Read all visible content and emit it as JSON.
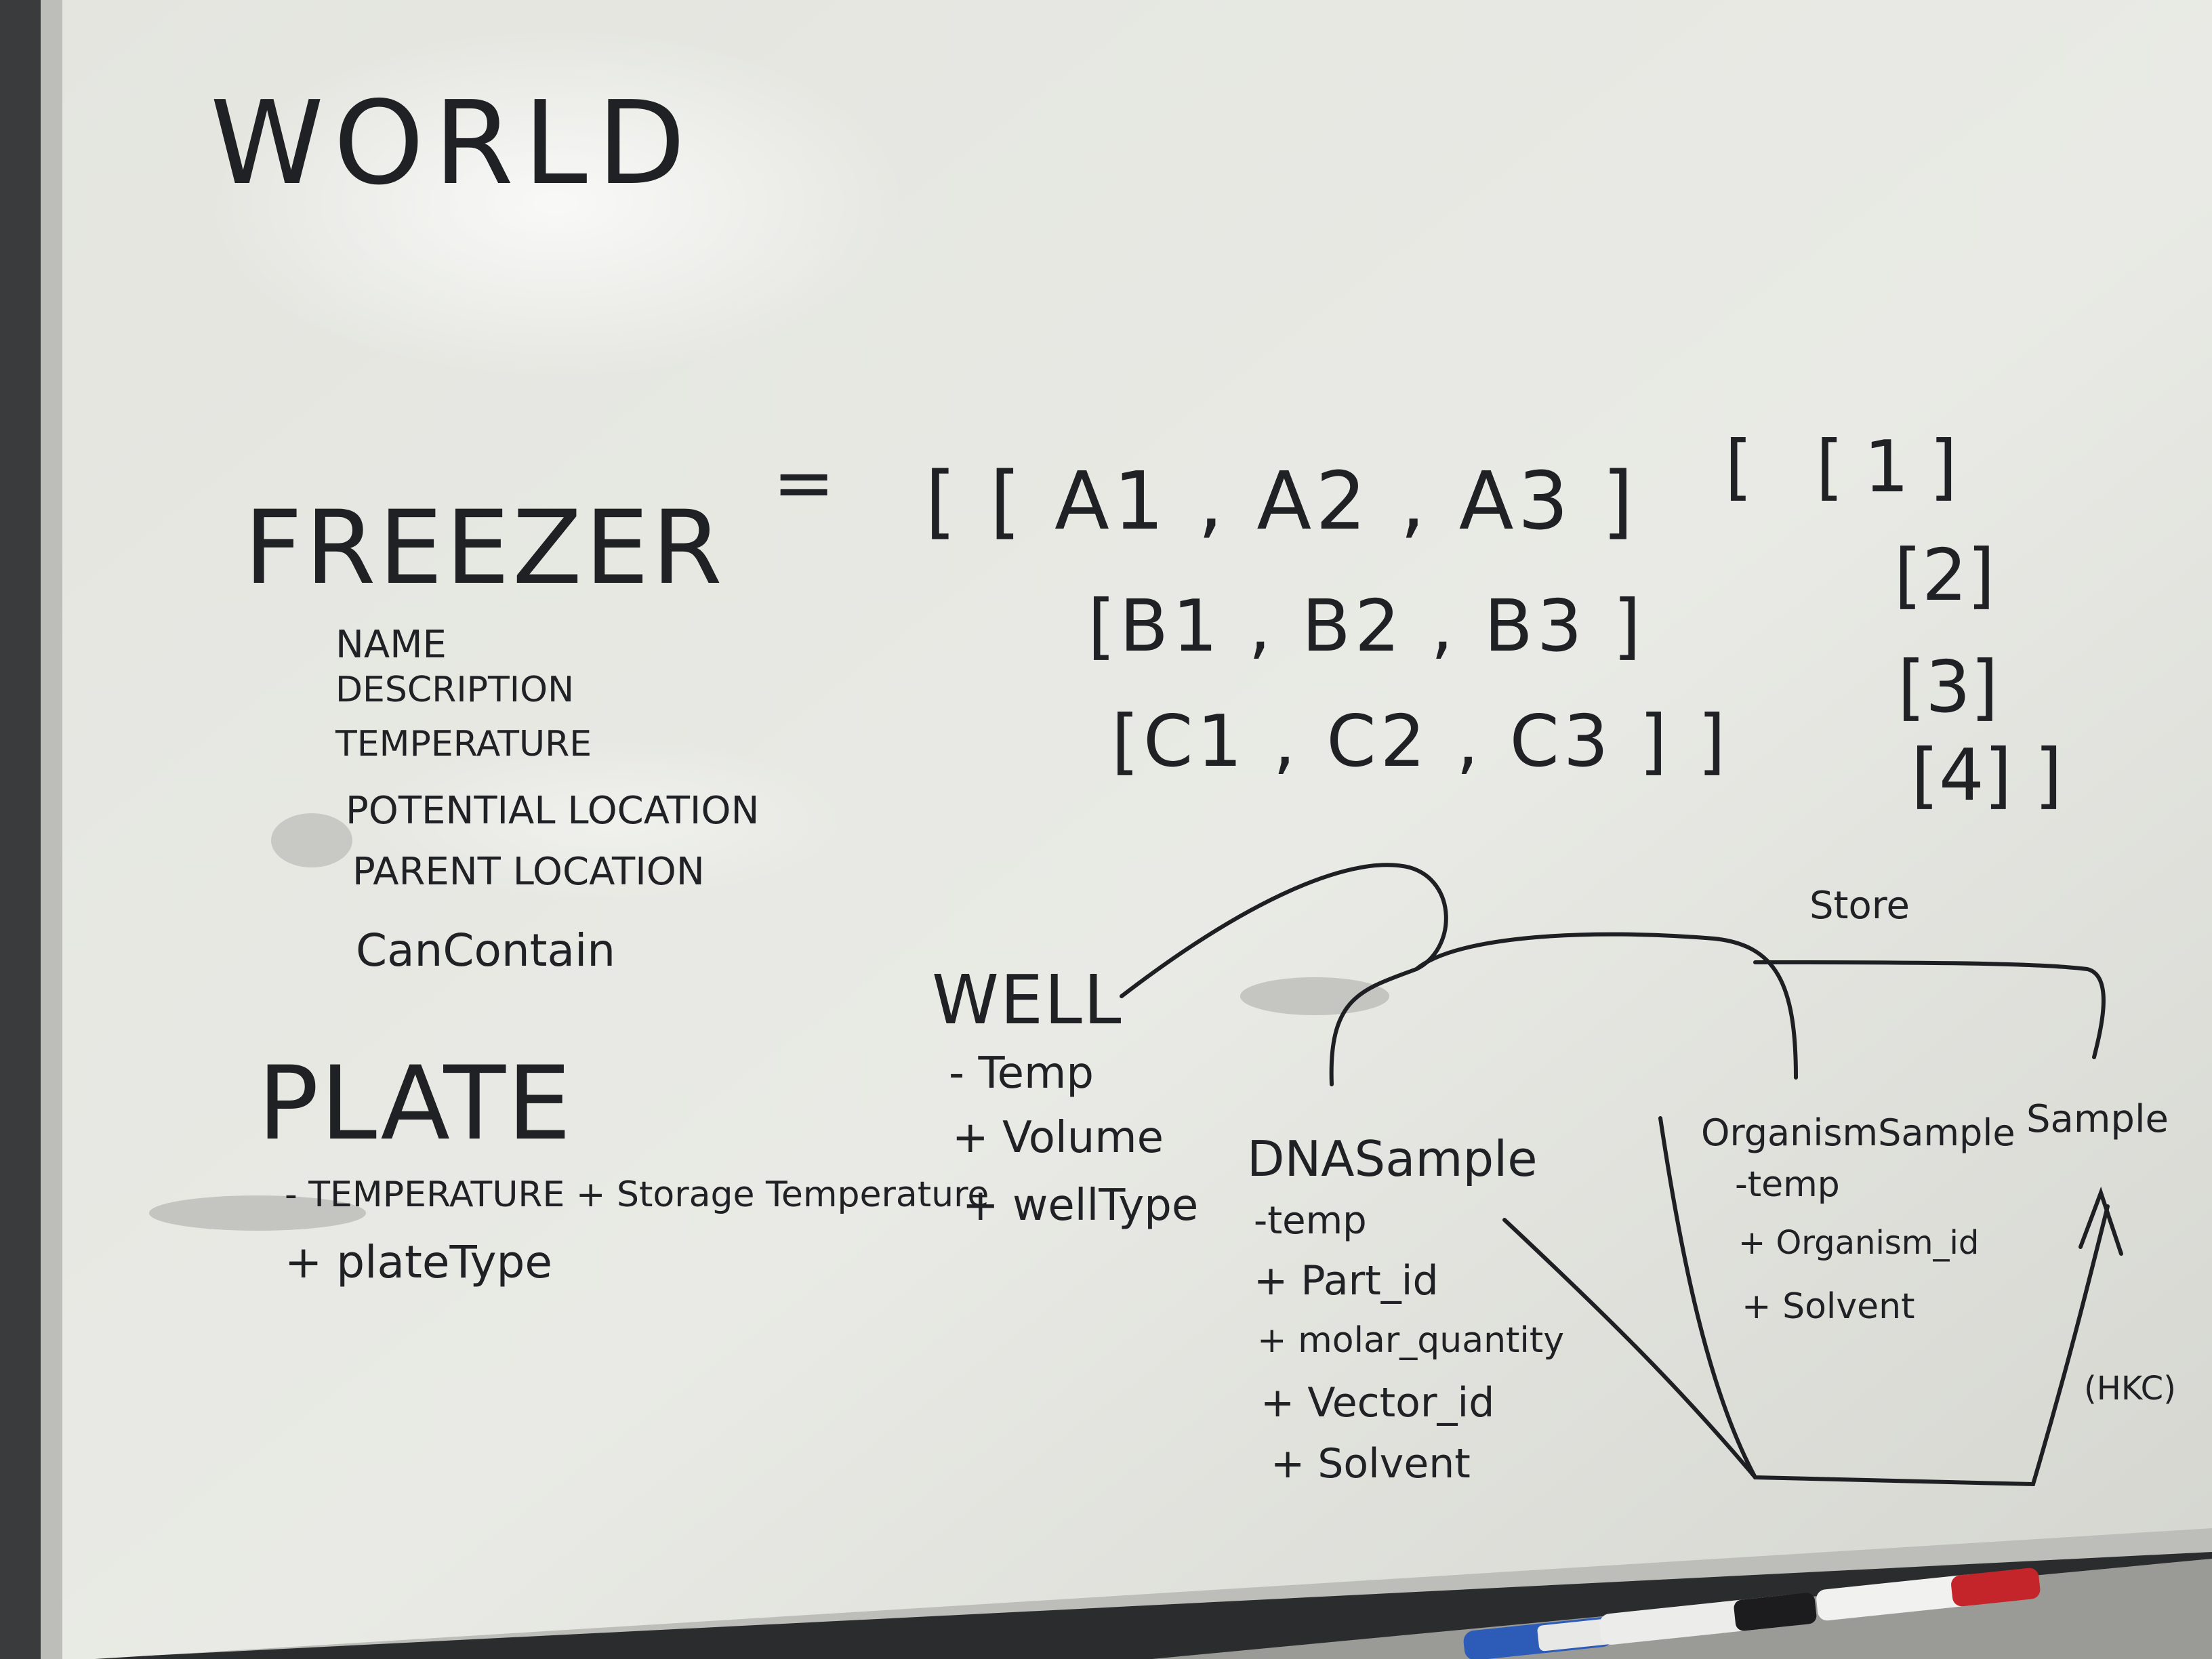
{
  "board": {
    "title": "WORLD",
    "freezer": {
      "heading": "FREEZER",
      "fields": [
        "NAME",
        "DESCRIPTION",
        "TEMPERATURE",
        "POTENTIAL LOCATION",
        "PARENT LOCATION",
        "CanContain"
      ]
    },
    "plate": {
      "heading": "PLATE",
      "fields": [
        "- TEMPERATURE + Storage Temperature",
        "+ plateType"
      ]
    },
    "grid": {
      "equals": "=",
      "rows": [
        "[ [ A1 , A2 , A3 ]",
        "[B1 , B2 , B3 ]",
        "[C1 , C2 , C3 ] ]"
      ]
    },
    "list": {
      "rows": [
        "[   [1]",
        "[2]",
        "[3]",
        "[4] ]"
      ]
    },
    "well": {
      "heading": "WELL",
      "fields": [
        "- Temp",
        "+ Volume",
        "+ wellType"
      ]
    },
    "dna_sample": {
      "heading": "DNASample",
      "fields": [
        "-temp",
        "+ Part_id",
        "+ molar_quantity",
        "+ Vector_id",
        "+ Solvent"
      ]
    },
    "organism_sample": {
      "heading": "OrganismSample",
      "fields": [
        "-temp",
        "+ Organism_id",
        "+ Solvent"
      ]
    },
    "sample": {
      "heading": "Sample",
      "note": "(HKC)"
    },
    "store_label": "Store"
  },
  "colors": {
    "board": "#e7e8e2",
    "frame": "#c9cac6",
    "ink": "#1e1f22",
    "wall": "#2b2c2e"
  },
  "icons": [
    "blue-marker-icon",
    "black-marker-icon",
    "red-marker-icon"
  ]
}
